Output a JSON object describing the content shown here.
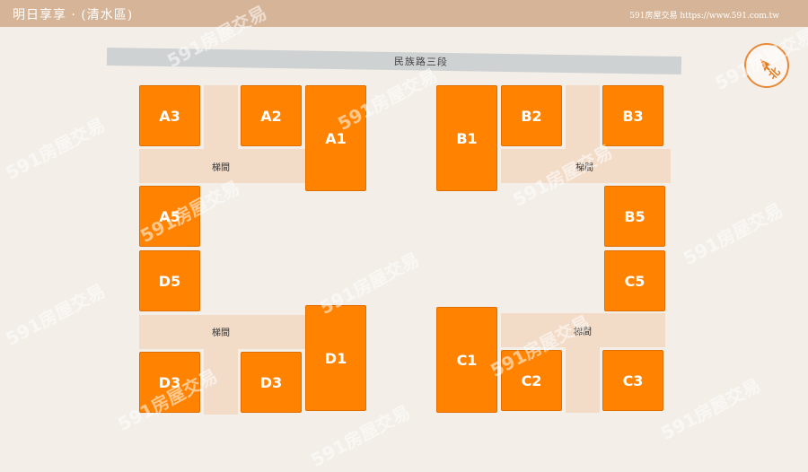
{
  "header": {
    "title": "明日享享 · (清水區)",
    "source": "591房屋交易 https://www.591.com.tw"
  },
  "road": {
    "label": "民族路三段"
  },
  "stair_label": "梯間",
  "compass": {
    "label": "北",
    "icon": "north-arrow-icon",
    "color": "#e37a1e"
  },
  "watermark": "591房屋交易",
  "colors": {
    "unit": "#ff8300",
    "corridor": "#f2dcc8",
    "background": "#f3eee8",
    "header": "#d6b497"
  },
  "units": {
    "a3": "A3",
    "a2": "A2",
    "a1": "A1",
    "a5": "A5",
    "d5": "D5",
    "d1": "D1",
    "d3_left": "D3",
    "d3_right": "D3",
    "b1": "B1",
    "b2": "B2",
    "b3": "B3",
    "b5": "B5",
    "c5": "C5",
    "c1": "C1",
    "c2": "C2",
    "c3": "C3"
  }
}
